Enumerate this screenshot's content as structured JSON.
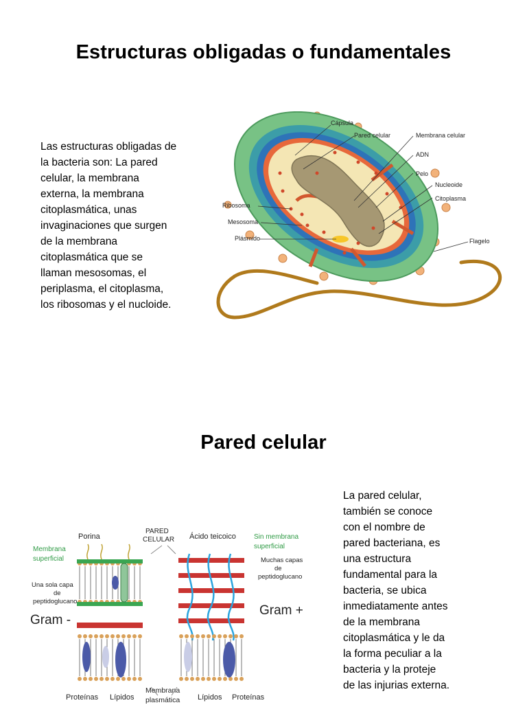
{
  "slide1": {
    "title": "Estructuras obligadas o fundamentales",
    "text": "Las estructuras obligadas de\nla bacteria son: La pared\ncelular, la membrana\nexterna, la membrana\ncitoplasmática, unas\ninvaginaciones que surgen\nde la membrana\ncitoplasmática que se\nllaman mesosomas, el\nperiplasma, el citoplasma,\nlos ribosomas y el nucloide.",
    "diagram_labels": {
      "capsula": "Cápsula",
      "pared": "Pared celular",
      "membrana": "Membrana celular",
      "adn": "ADN",
      "pelo": "Pelo",
      "nucleoide": "Nucleoide",
      "citoplasma": "Citoplasma",
      "flagelo": "Flagelo",
      "ribosoma": "Ribosoma",
      "mesosoma": "Mesosoma",
      "plasmido": "Plásmido"
    }
  },
  "slide2": {
    "title": "Pared celular",
    "text": "La pared celular,\ntambién se conoce\ncon el nombre de\npared bacteriana, es\nuna estructura\nfundamental para la\nbacteria, se ubica\ninmediatamente antes\nde la membrana\ncitoplasmática y le da\nla forma peculiar a la\nbacteria y la proteje\nde las injurias externa.",
    "diagram_labels": {
      "porina": "Porina",
      "pared_1": "PARED",
      "pared_2": "CELULAR",
      "acido": "Ácido teicoico",
      "sin_1": "Sin membrana",
      "sin_2": "superficial",
      "memb_sup_1": "Membrana",
      "memb_sup_2": "superficial",
      "muchas_1": "Muchas capas",
      "muchas_2": "de",
      "muchas_3": "peptidoglucano",
      "una_1": "Una sola capa",
      "una_2": "de",
      "una_3": "peptidoglucano",
      "gram_neg": "Gram -",
      "gram_pos": "Gram +",
      "proteinas_left": "Proteínas",
      "lipidos_left": "Lípidos",
      "memb_plas_1": "Membrana",
      "memb_plas_2": "plasmática",
      "lipidos_right": "Lípidos",
      "proteinas_right": "Proteínas"
    }
  }
}
